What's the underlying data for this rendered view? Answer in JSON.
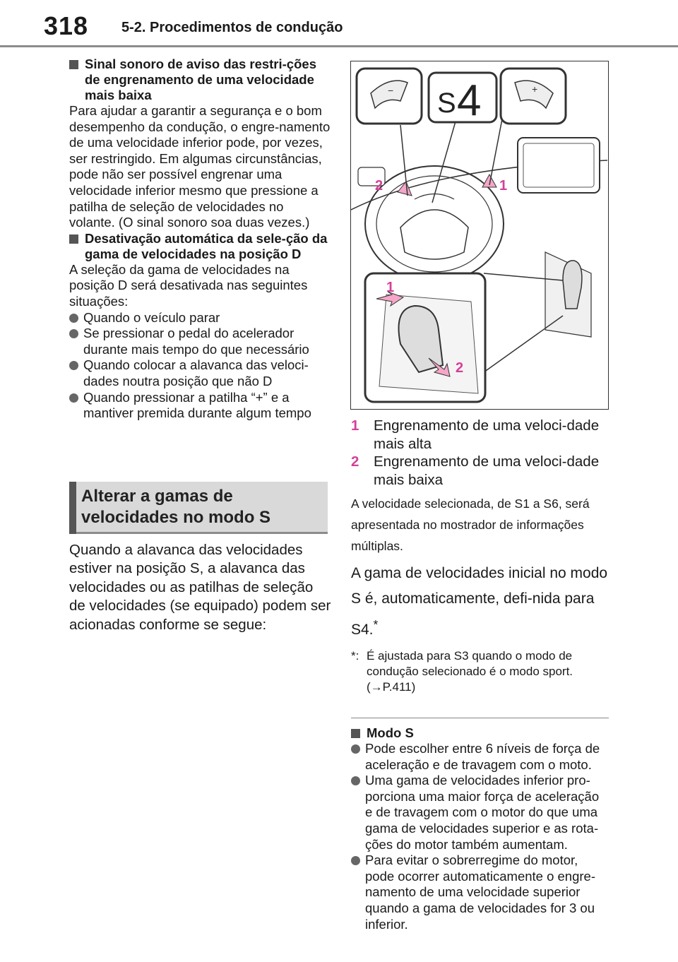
{
  "header": {
    "page_number": "318",
    "section": "5-2. Procedimentos de condução"
  },
  "left": {
    "sub1_title": "Sinal sonoro de aviso das restri-ções de engrenamento de uma velocidade mais baixa",
    "sub1_text": "Para ajudar a garantir a segurança e o bom desempenho da condução, o engre-namento de uma velocidade inferior pode, por vezes, ser restringido. Em algumas circunstâncias, pode não ser possível engrenar uma velocidade inferior mesmo que pressione a patilha de seleção de velocidades no volante. (O sinal sonoro soa duas vezes.)",
    "sub2_title": "Desativação automática da sele-ção da gama de velocidades na posição D",
    "sub2_text": "A seleção da gama de velocidades na posição D será desativada nas seguintes situações:",
    "bullets": [
      "Quando o veículo parar",
      "Se pressionar o pedal do acelerador durante mais tempo do que necessário",
      "Quando colocar a alavanca das veloci-dades noutra posição que não D",
      "Quando pressionar a patilha “+” e a mantiver premida durante algum tempo"
    ],
    "heading": "Alterar a gamas de velocidades no modo S",
    "intro": "Quando a alavanca das velocidades estiver na posição S, a alavanca das velocidades ou as patilhas de seleção de velocidades (se equipado) podem ser acionadas conforme se segue:"
  },
  "figure": {
    "display_s": "S",
    "display_gear": "4",
    "callout_1": "1",
    "callout_2": "2",
    "paddle_minus": "−",
    "paddle_plus": "+"
  },
  "legend": [
    {
      "num": "1",
      "text": "Engrenamento de uma veloci-dade mais alta"
    },
    {
      "num": "2",
      "text": "Engrenamento de uma veloci-dade mais baixa"
    }
  ],
  "right": {
    "para1": "A velocidade selecionada, de S1 a S6, será apresentada no mostrador de informações múltiplas.",
    "para2": "A gama de velocidades inicial no modo S é, automaticamente, defi-nida para S4.",
    "para2_mark": "*",
    "footnote_mark": "*:",
    "footnote": "É ajustada para S3 quando o modo de condução selecionado é o modo sport. (→P.411)",
    "sub_title": "Modo S",
    "bullets": [
      "Pode escolher entre 6 níveis de força de aceleração e de travagem com o moto.",
      "Uma gama de velocidades inferior pro-porciona uma maior força de aceleração e de travagem com o motor do que uma gama de velocidades superior e as rota-ções do motor também aumentam.",
      "Para evitar o sobrerregime do motor, pode ocorrer automaticamente o engre-namento de uma velocidade superior quando a gama de velocidades for 3 ou inferior."
    ]
  },
  "colors": {
    "accent": "#d4409a",
    "bar": "#555555",
    "heading_bg": "#d9d9d9"
  }
}
